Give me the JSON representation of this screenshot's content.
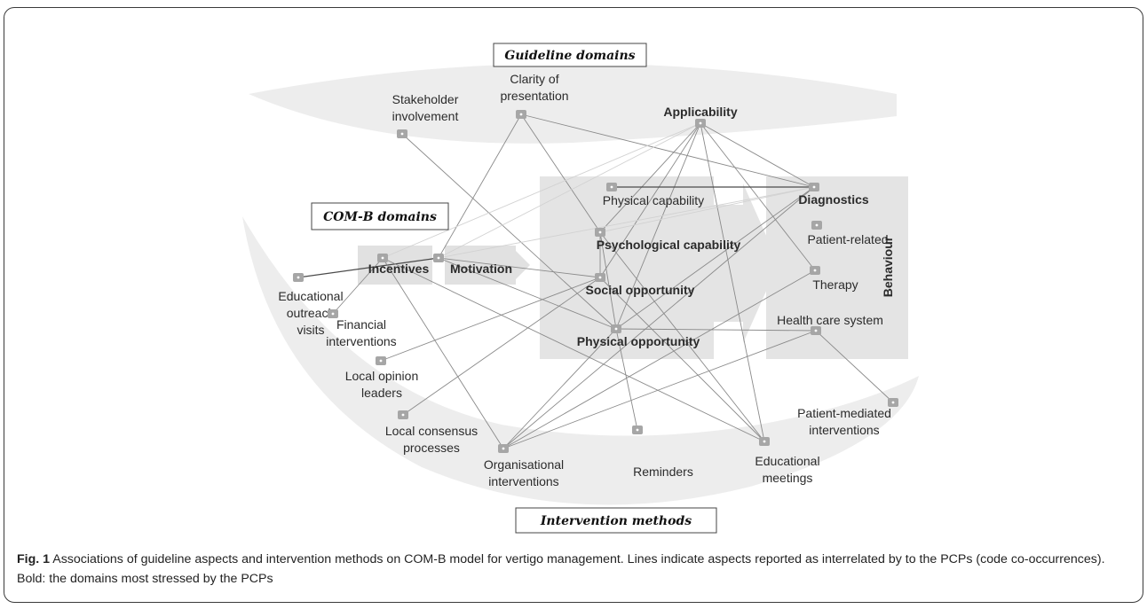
{
  "diagram": {
    "group_labels": {
      "guideline": "Guideline domains",
      "comb": "COM-B domains",
      "intervention": "Intervention methods",
      "behaviour": "Behaviour"
    },
    "nodes": [
      {
        "id": "stakeholder",
        "lines": [
          "Stakeholder",
          "involvement"
        ],
        "bold": false
      },
      {
        "id": "clarity",
        "lines": [
          "Clarity of",
          "presentation"
        ],
        "bold": false
      },
      {
        "id": "applicability",
        "lines": [
          "Applicability"
        ],
        "bold": true
      },
      {
        "id": "diagnostics",
        "lines": [
          "Diagnostics"
        ],
        "bold": true
      },
      {
        "id": "physcap",
        "lines": [
          "Physical capability"
        ],
        "bold": false
      },
      {
        "id": "psychcap",
        "lines": [
          "Psychological capability"
        ],
        "bold": true
      },
      {
        "id": "patientrel",
        "lines": [
          "Patient-related"
        ],
        "bold": false
      },
      {
        "id": "incentives",
        "lines": [
          "Incentives"
        ],
        "bold": true
      },
      {
        "id": "motivation",
        "lines": [
          "Motivation"
        ],
        "bold": true
      },
      {
        "id": "socialopp",
        "lines": [
          "Social opportunity"
        ],
        "bold": true
      },
      {
        "id": "therapy",
        "lines": [
          "Therapy"
        ],
        "bold": false
      },
      {
        "id": "eduoutreach",
        "lines": [
          "Educational",
          "outreach",
          "visits"
        ],
        "bold": false
      },
      {
        "id": "financial",
        "lines": [
          "Financial",
          "interventions"
        ],
        "bold": false
      },
      {
        "id": "physopp",
        "lines": [
          "Physical opportunity"
        ],
        "bold": true
      },
      {
        "id": "healthcare",
        "lines": [
          "Health care system"
        ],
        "bold": false
      },
      {
        "id": "opinion",
        "lines": [
          "Local opinion",
          "leaders"
        ],
        "bold": false
      },
      {
        "id": "consensus",
        "lines": [
          "Local consensus",
          "processes"
        ],
        "bold": false
      },
      {
        "id": "patientmed",
        "lines": [
          "Patient-mediated",
          "interventions"
        ],
        "bold": false
      },
      {
        "id": "organisational",
        "lines": [
          "Organisational",
          "interventions"
        ],
        "bold": false
      },
      {
        "id": "reminders",
        "lines": [
          "Reminders"
        ],
        "bold": false
      },
      {
        "id": "edumeetings",
        "lines": [
          "Educational",
          "meetings"
        ],
        "bold": false
      }
    ],
    "edges": [
      [
        "stakeholder",
        "physopp"
      ],
      [
        "clarity",
        "motivation"
      ],
      [
        "clarity",
        "psychcap"
      ],
      [
        "clarity",
        "diagnostics"
      ],
      [
        "applicability",
        "incentives"
      ],
      [
        "applicability",
        "motivation"
      ],
      [
        "applicability",
        "psychcap"
      ],
      [
        "applicability",
        "socialopp"
      ],
      [
        "applicability",
        "physopp"
      ],
      [
        "applicability",
        "diagnostics"
      ],
      [
        "applicability",
        "therapy"
      ],
      [
        "applicability",
        "edumeetings"
      ],
      [
        "physcap",
        "diagnostics"
      ],
      [
        "diagnostics",
        "psychcap"
      ],
      [
        "diagnostics",
        "motivation"
      ],
      [
        "diagnostics",
        "organisational"
      ],
      [
        "diagnostics",
        "physopp"
      ],
      [
        "eduoutreach",
        "motivation"
      ],
      [
        "incentives",
        "financial"
      ],
      [
        "incentives",
        "organisational"
      ],
      [
        "incentives",
        "edumeetings"
      ],
      [
        "motivation",
        "physopp"
      ],
      [
        "psychcap",
        "physopp"
      ],
      [
        "psychcap",
        "edumeetings"
      ],
      [
        "psychcap",
        "socialopp"
      ],
      [
        "socialopp",
        "opinion"
      ],
      [
        "socialopp",
        "consensus"
      ],
      [
        "socialopp",
        "edumeetings"
      ],
      [
        "physopp",
        "reminders"
      ],
      [
        "physopp",
        "organisational"
      ],
      [
        "physopp",
        "healthcare"
      ],
      [
        "healthcare",
        "organisational"
      ],
      [
        "healthcare",
        "patientmed"
      ],
      [
        "therapy",
        "organisational"
      ],
      [
        "motivation",
        "socialopp"
      ]
    ]
  },
  "caption": {
    "label": "Fig. 1",
    "text": "Associations of guideline aspects and intervention methods on COM-B model for vertigo management. Lines indicate aspects reported as interrelated by to the PCPs (code co-occurrences). Bold: the domains most stressed by the PCPs"
  }
}
